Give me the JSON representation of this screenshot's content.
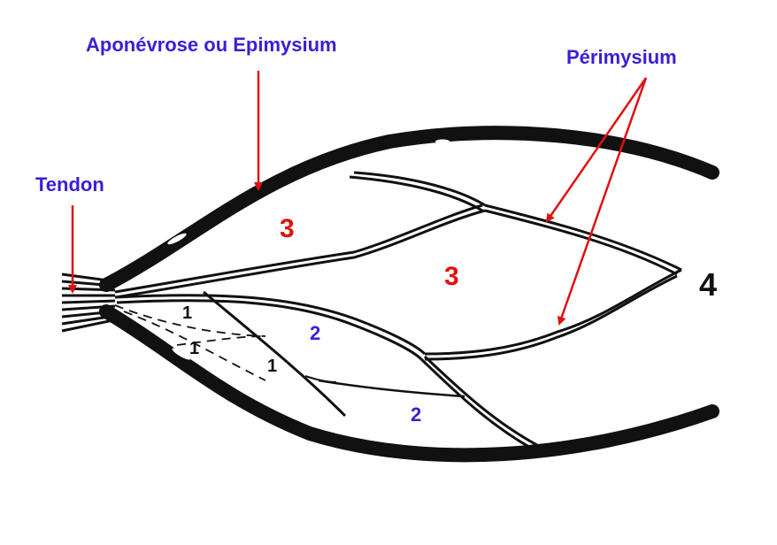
{
  "labels": {
    "aponevrose": "Aponévrose ou Epimysium",
    "perimysium": "Périmysium",
    "tendon": "Tendon"
  },
  "numbers": {
    "n3a": "3",
    "n3b": "3",
    "n4": "4",
    "n2a": "2",
    "n2b": "2",
    "n1a": "1",
    "n1b": "1",
    "n1c": "1"
  },
  "colors": {
    "label_blue": "#3a1fd6",
    "arrow_red": "#e01010",
    "number_red": "#e01010",
    "ink": "#111111"
  }
}
